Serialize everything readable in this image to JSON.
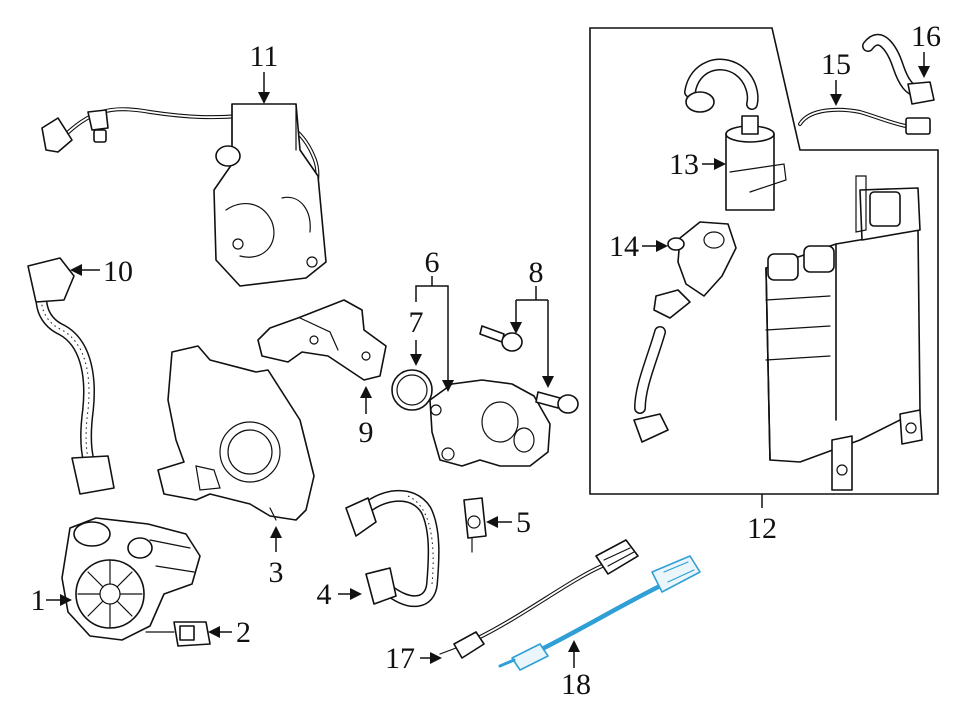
{
  "callouts": [
    {
      "id": "1",
      "label": "1"
    },
    {
      "id": "2",
      "label": "2"
    },
    {
      "id": "3",
      "label": "3"
    },
    {
      "id": "4",
      "label": "4"
    },
    {
      "id": "5",
      "label": "5"
    },
    {
      "id": "6",
      "label": "6"
    },
    {
      "id": "7",
      "label": "7"
    },
    {
      "id": "8",
      "label": "8"
    },
    {
      "id": "9",
      "label": "9"
    },
    {
      "id": "10",
      "label": "10"
    },
    {
      "id": "11",
      "label": "11"
    },
    {
      "id": "12",
      "label": "12"
    },
    {
      "id": "13",
      "label": "13"
    },
    {
      "id": "14",
      "label": "14"
    },
    {
      "id": "15",
      "label": "15"
    },
    {
      "id": "16",
      "label": "16"
    },
    {
      "id": "17",
      "label": "17"
    },
    {
      "id": "18",
      "label": "18"
    }
  ],
  "colors": {
    "line": "#111111",
    "background": "#ffffff",
    "highlight": "#2f9fd6"
  }
}
